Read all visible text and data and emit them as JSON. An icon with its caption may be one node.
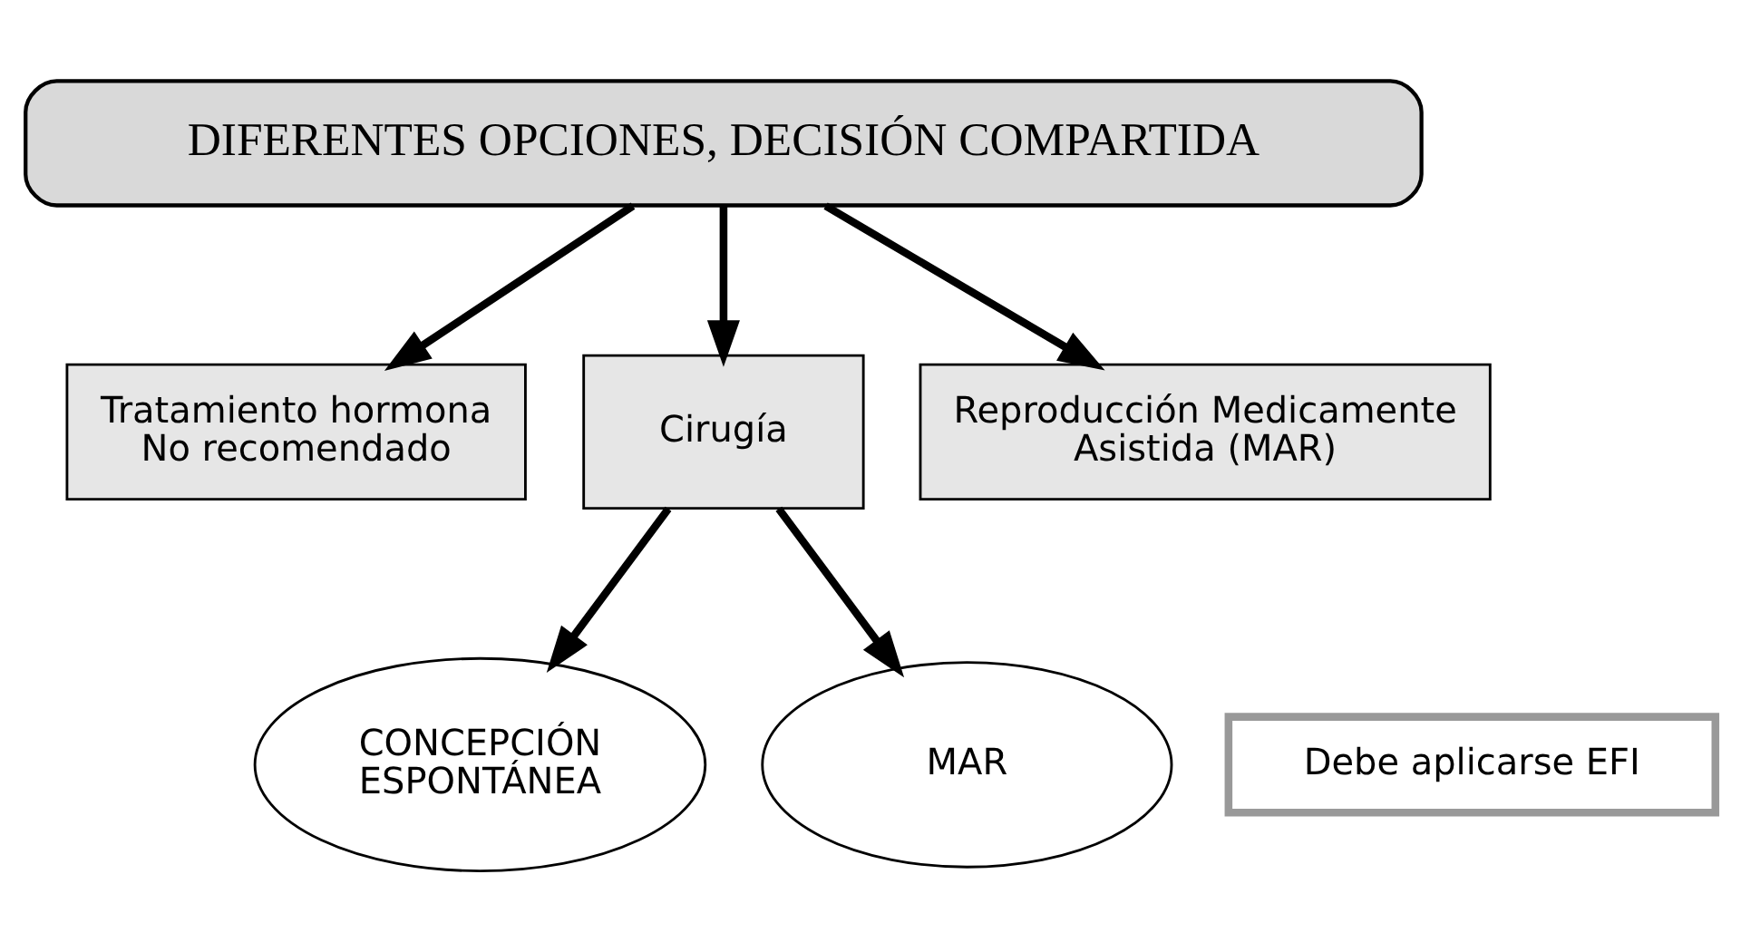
{
  "diagram": {
    "nodes": [
      {
        "text": [
          "DIFERENTES OPCIONES, DECISIÓN COMPARTIDA"
        ]
      },
      {
        "text": [
          "Tratamiento hormona No recomendado"
        ]
      },
      {
        "text": [
          "Cirugía"
        ]
      },
      {
        "text": [
          "Reproducción Medicamente Asistida (MAR)"
        ]
      },
      {
        "text": [
          "CONCEPCIÓN ESPONTÁNEA"
        ]
      },
      {
        "text": [
          "Debe aplicarse EFI"
        ]
      },
      {
        "text": [
          "MAR"
        ]
      }
    ],
    "edges": [
      {
        "from": 0,
        "to": 1,
        "arrow": "to"
      },
      {
        "from": 0,
        "to": 2,
        "arrow": "to"
      },
      {
        "from": 0,
        "to": 3,
        "arrow": "to"
      },
      {
        "from": 2,
        "to": 4,
        "arrow": "to"
      },
      {
        "from": 2,
        "to": 6,
        "arrow": "to"
      }
    ]
  }
}
